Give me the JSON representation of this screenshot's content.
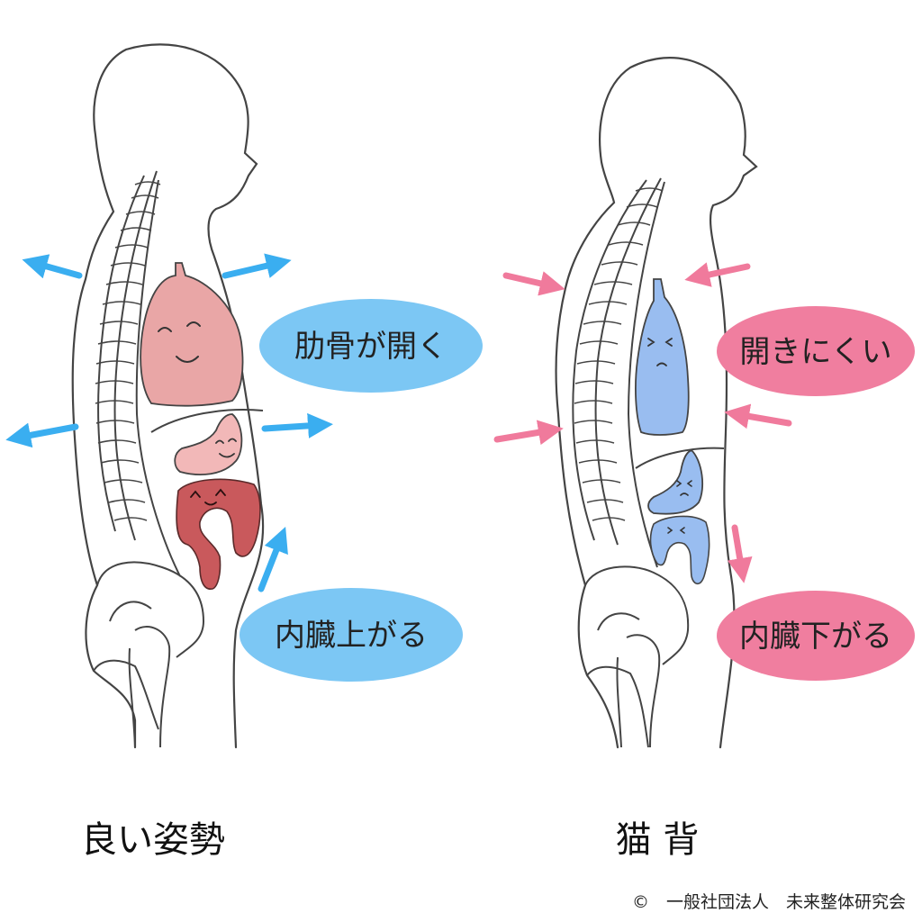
{
  "colors": {
    "good_accent": "#3aaef0",
    "good_bubble": "#7cc7f4",
    "bad_accent": "#f07a9c",
    "bad_bubble": "#f07e9f",
    "lung_good": "#e9a6a6",
    "stomach_good": "#f2b8b8",
    "intestine_good": "#c9595c",
    "organ_bad": "#99bdf0",
    "outline": "#444444"
  },
  "good_posture": {
    "ribs_label": "肋骨が開く",
    "organs_label": "内臓上がる",
    "caption": "良い姿勢"
  },
  "bad_posture": {
    "ribs_label": "開きにくい",
    "organs_label": "内臓下がる",
    "caption": "猫 背"
  },
  "credit": "©　一般社団法人　未来整体研究会"
}
